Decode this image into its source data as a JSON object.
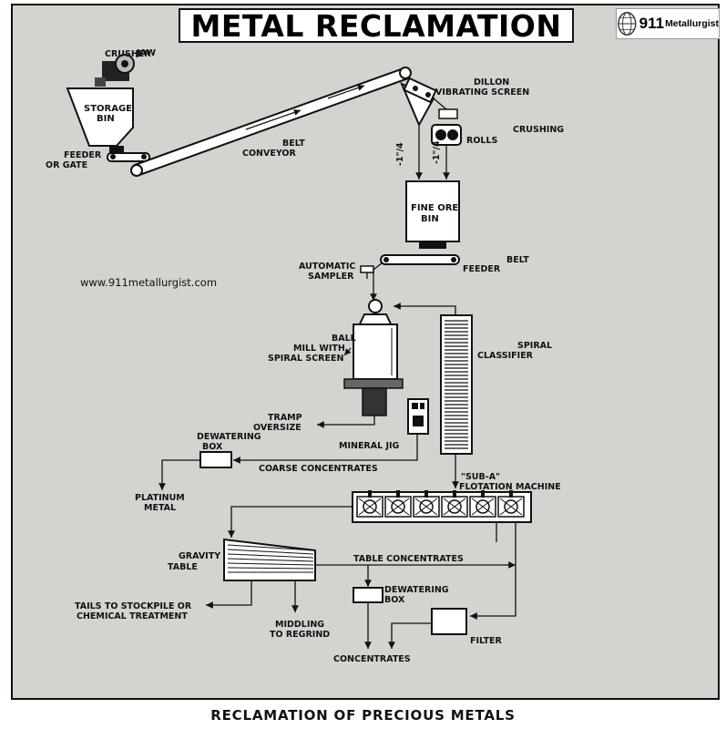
{
  "title": "METAL RECLAMATION",
  "logo": {
    "number": "911",
    "word": "Metallurgist",
    "icon": "globe-icon"
  },
  "website": "www.911metallurgist.com",
  "caption": "RECLAMATION OF PRECIOUS METALS",
  "labels": {
    "jaw_crusher_1": "JAW",
    "jaw_crusher_2": "CRUSHER",
    "storage_bin_1": "STORAGE",
    "storage_bin_2": "BIN",
    "feeder_gate_1": "FEEDER",
    "feeder_gate_2": "OR GATE",
    "belt_conveyor_1": "BELT",
    "belt_conveyor_2": "CONVEYOR",
    "dillon_1": "DILLON",
    "dillon_2": "VIBRATING SCREEN",
    "crushing": "CRUSHING",
    "rolls": "ROLLS",
    "size_1": "-1\"/4",
    "size_2": "-1\"/4",
    "fine_ore_1": "FINE ORE",
    "fine_ore_2": "BIN",
    "belt_feeder_1": "BELT",
    "belt_feeder_2": "FEEDER",
    "sampler_1": "AUTOMATIC",
    "sampler_2": "SAMPLER",
    "ball_mill_1": "BALL",
    "ball_mill_2": "MILL WITH",
    "ball_mill_3": "SPIRAL SCREEN",
    "spiral_1": "SPIRAL",
    "spiral_2": "CLASSIFIER",
    "tramp_1": "TRAMP",
    "tramp_2": "OVERSIZE",
    "jig": "MINERAL JIG",
    "dewatering_top_1": "DEWATERING",
    "dewatering_top_2": "BOX",
    "coarse": "COARSE CONCENTRATES",
    "platinum_1": "PLATINUM",
    "platinum_2": "METAL",
    "suba_1": "\"SUB-A\"",
    "suba_2": "FLOTATION MACHINE",
    "gravity_1": "GRAVITY",
    "gravity_2": "TABLE",
    "table_conc": "TABLE CONCENTRATES",
    "dewatering_bot_1": "DEWATERING",
    "dewatering_bot_2": "BOX",
    "tails_1": "TAILS TO STOCKPILE OR",
    "tails_2": "CHEMICAL  TREATMENT",
    "middling_1": "MIDDLING",
    "middling_2": "TO REGRIND",
    "filter": "FILTER",
    "concentrates": "CONCENTRATES"
  }
}
